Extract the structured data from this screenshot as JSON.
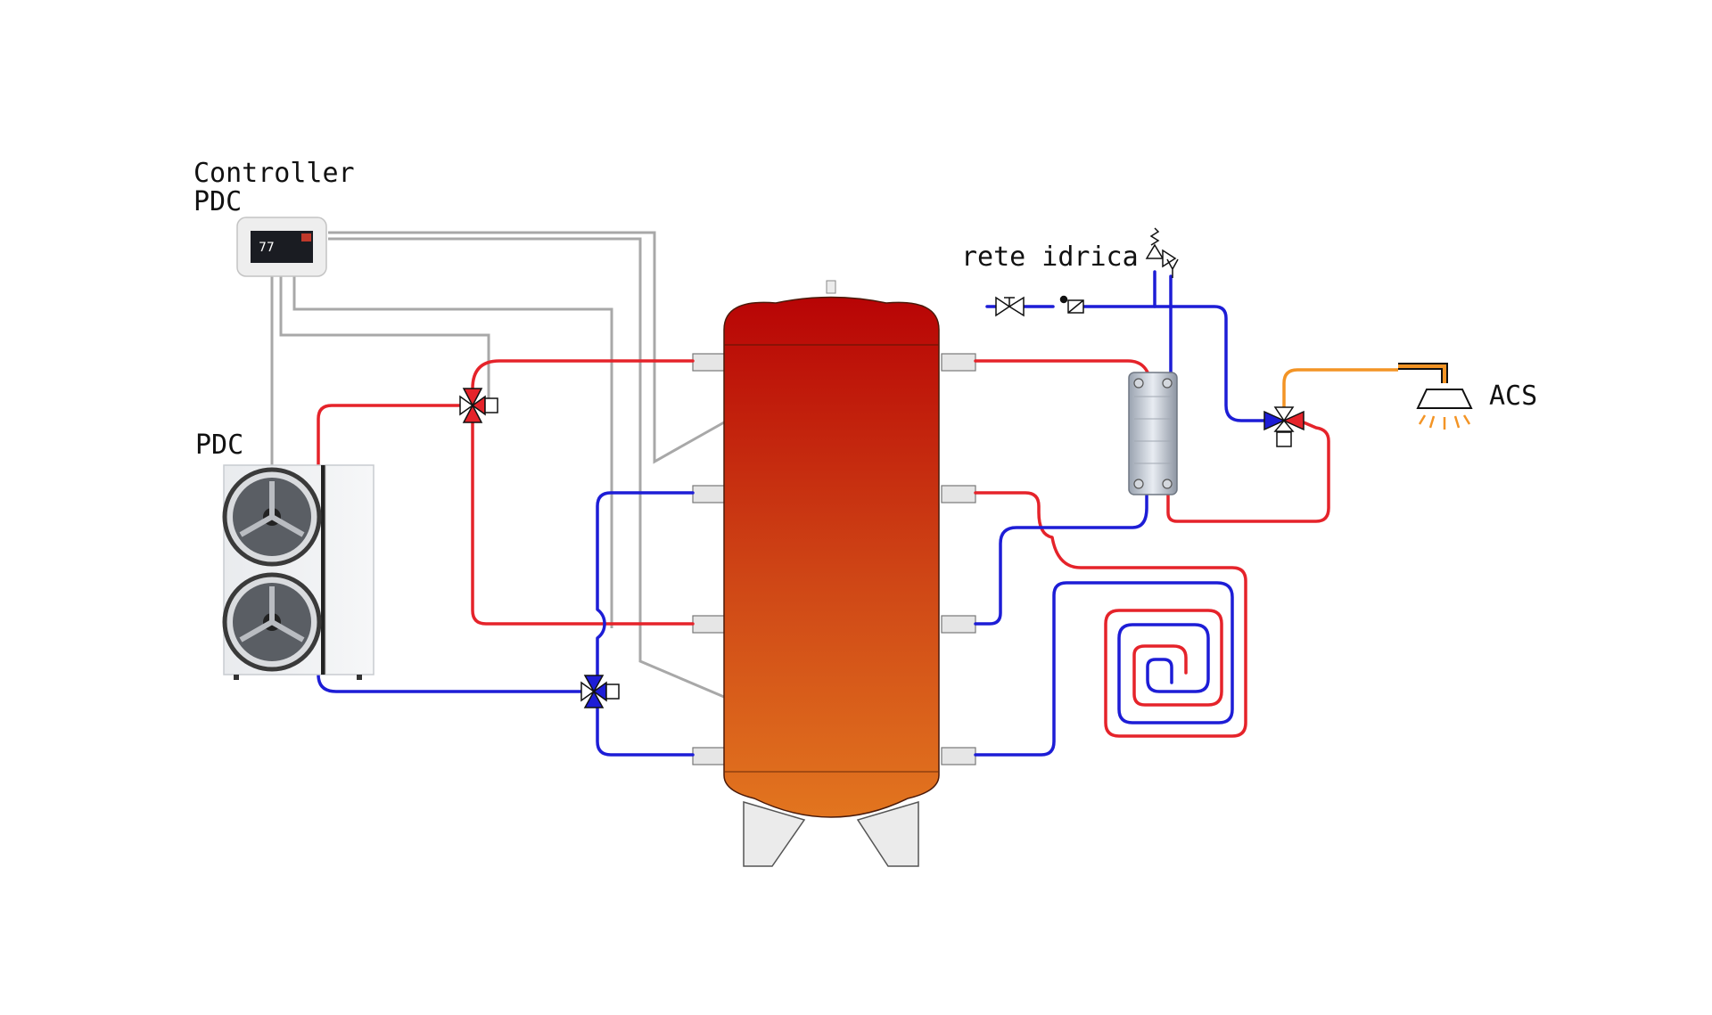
{
  "labels": {
    "controller": "Controller",
    "controller_sub": "PDC",
    "heat_pump": "PDC",
    "water_mains": "rete idrica",
    "dhw": "ACS",
    "controller_display": "77"
  },
  "colors": {
    "hot": "#e5232a",
    "cold": "#1d1dd6",
    "dhw": "#f39425",
    "signal": "#a8a8a8",
    "tank_top": "#b80405",
    "tank_bottom": "#e2751f"
  }
}
